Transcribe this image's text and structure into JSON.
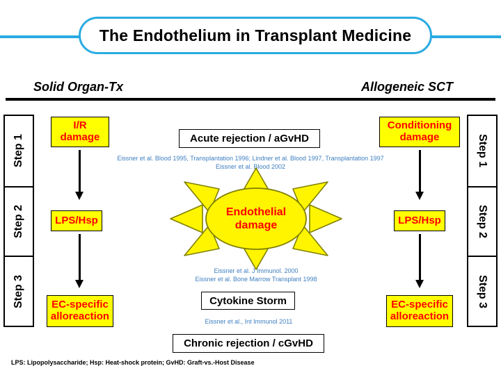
{
  "title": {
    "text": "The Endothelium in Transplant Medicine"
  },
  "sections": {
    "left_heading": "Solid Organ-Tx",
    "right_heading": "Allogeneic SCT"
  },
  "steps": {
    "left": [
      "Step 1",
      "Step 2",
      "Step 3"
    ],
    "right": [
      "Step 1",
      "Step 2",
      "Step 3"
    ]
  },
  "left_pathway": {
    "box1": "I/R\ndamage",
    "box2": "LPS/Hsp",
    "box3": "EC-specific\nalloreaction"
  },
  "right_pathway": {
    "box1": "Conditioning\ndamage",
    "box2": "LPS/Hsp",
    "box3": "EC-specific\nalloreaction"
  },
  "center": {
    "top_outcome": "Acute rejection / aGvHD",
    "citation_top": "Eissner et al. Blood 1995, Transplantation 1996; Lindner et al. Blood 1997, Transplantation 1997\nEissner et al. Blood 2002",
    "sun_label_line1": "Endothelial",
    "sun_label_line2": "damage",
    "citation_middle": "Eissner et al. J Immunol. 2000\nEissner et al. Bone Marrow Transplant 1998",
    "middle_outcome": "Cytokine Storm",
    "citation_bottom": "Eissner et al., Int Immunol 2011",
    "bottom_outcome": "Chronic rejection / cGvHD"
  },
  "footnote": {
    "text": "LPS: Lipopolysaccharide; Hsp: Heat-shock protein; GvHD: Graft-vs.-Host Disease"
  },
  "colors": {
    "accent_blue": "#29ABE2",
    "box_fill": "#FFFF00",
    "box_text": "#FF0000",
    "citation_text": "#3D7EBF",
    "ray_outline": "#808000"
  }
}
